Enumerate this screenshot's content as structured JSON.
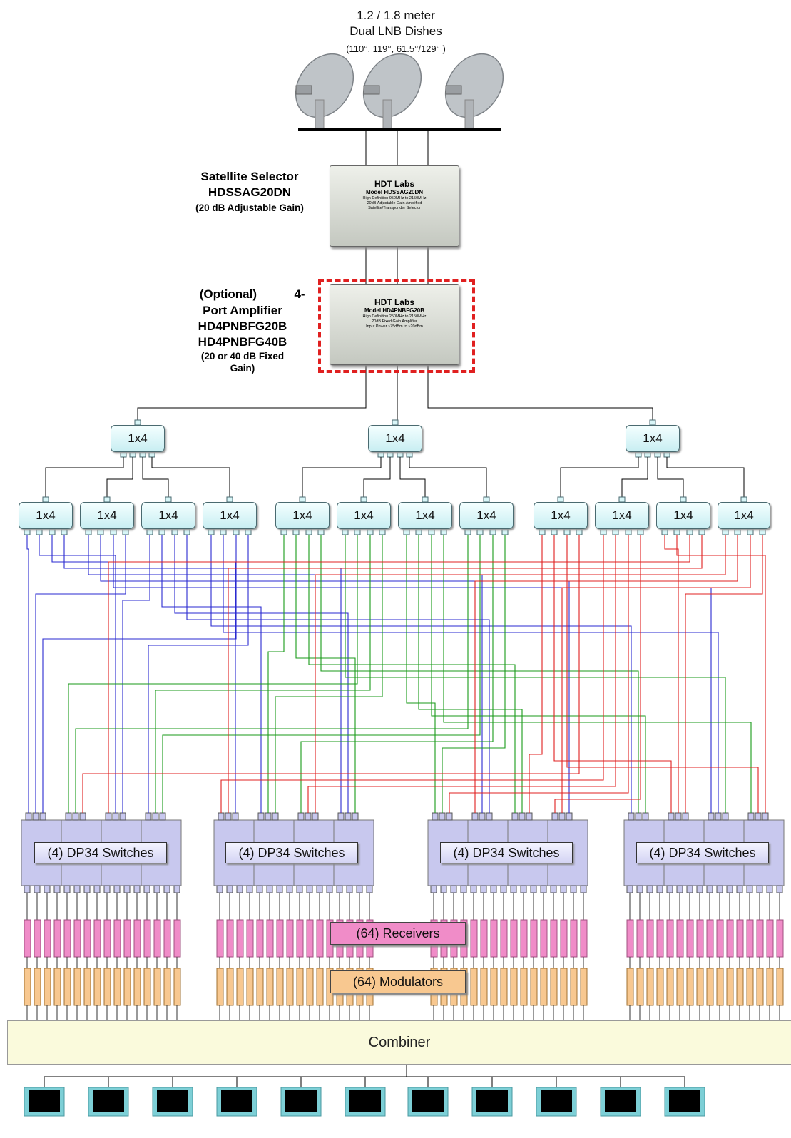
{
  "header": {
    "line1": "1.2 / 1.8 meter",
    "line2": "Dual LNB Dishes",
    "line3": "(110°, 119°, 61.5°/129° )"
  },
  "selector": {
    "title1": "Satellite Selector",
    "title2": "HDSSAG20DN",
    "gain": "(20 dB Adjustable Gain)",
    "brand": "HDT  Labs",
    "model": "Model HDSSAG20DN",
    "desc1": "High Definition 950MHz to 2150MHz",
    "desc2": "20dB Adjustable Gain Amplified",
    "desc3": "Satellite/Transponder Selector"
  },
  "amplifier": {
    "line1": "(Optional)",
    "line1b": "4-",
    "line2": "Port Amplifier",
    "line3": "HD4PNBFG20B",
    "line4": "HD4PNBFG40B",
    "line5": "(20 or 40 dB Fixed",
    "line6": "Gain)",
    "brand": "HDT  Labs",
    "model": "Model HD4PNBFG20B",
    "desc1": "High Definition 250MHz to 2150MHz",
    "desc2": "20dB Fixed Gain Amplifier",
    "desc3": "Input Power ~75dBm to ~20dBm"
  },
  "splitter_label": "1x4",
  "switch_label": "(4) DP34 Switches",
  "receivers_label": "(64) Receivers",
  "modulators_label": "(64) Modulators",
  "combiner_label": "Combiner",
  "colors": {
    "blue_wire": "#2a2ad0",
    "red_wire": "#e02020",
    "green_wire": "#1a9a1a",
    "receiver": "#f08cc8",
    "modulator": "#f8c890",
    "switch": "#c8c8ee",
    "splitter": "#d8f6f8",
    "combiner": "#fafadc",
    "optional_box": "#e02020"
  }
}
